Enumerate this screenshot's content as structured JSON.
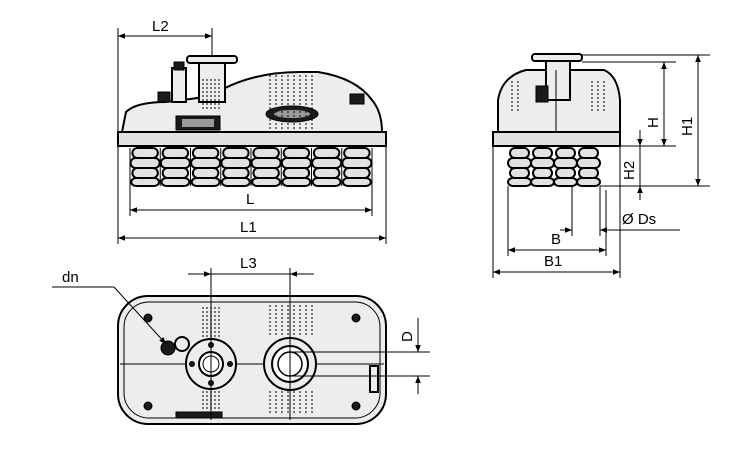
{
  "diagram": {
    "labels": {
      "l2": "L2",
      "l": "L",
      "l1": "L1",
      "h": "H",
      "h1": "H1",
      "h2": "H2",
      "ds": "Ø Ds",
      "b": "B",
      "b1": "B1",
      "l3": "L3",
      "dn": "dn",
      "d": "D"
    },
    "line_color": "#000000",
    "fill_color": "#ededed"
  }
}
